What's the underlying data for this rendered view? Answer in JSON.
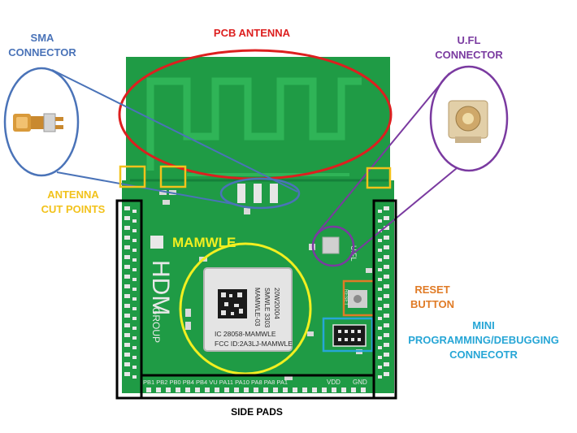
{
  "colors": {
    "pcb": "#1f9b45",
    "pcb_dark": "#15803a",
    "trace": "#2fb457",
    "red": "#dd1f1f",
    "blue": "#4a73b8",
    "purple": "#7a3aa0",
    "yellow": "#f2c21b",
    "orange": "#e07b26",
    "cyan": "#27a6d6",
    "black": "#000000"
  },
  "labels": {
    "pcb_antenna": "PCB ANTENNA",
    "sma_line1": "SMA",
    "sma_line2": "CONNECTOR",
    "ufl_line1": "U.FL",
    "ufl_line2": "CONNECTOR",
    "antenna_cut_line1": "ANTENNA",
    "antenna_cut_line2": "CUT POINTS",
    "reset_line1": "RESET",
    "reset_line2": "BUTTON",
    "mini_line1": "MINI",
    "mini_line2": "PROGRAMMING/DEBUGGING",
    "mini_line3": "CONNECOTR",
    "side_pads": "SIDE PADS"
  },
  "board_text": {
    "mamwle": "MAMWLE",
    "hdm": "HDM",
    "group": "GROUP",
    "ufl": "U.FL",
    "reset": "RESET",
    "module_line1": "MAMWLE-03",
    "module_line2": "SMWLE 3303",
    "module_line3": "20W20004",
    "ic_line": "IC 28058-MAMWLE",
    "fcc_line": "FCC ID:2A3LJ-MAMWLE",
    "vdd": "VDD",
    "gnd": "GND",
    "pads": "PB1 PB2 PB0 PB4 PB4 VU PA11 PA10 PA8 PA8 PA1"
  }
}
